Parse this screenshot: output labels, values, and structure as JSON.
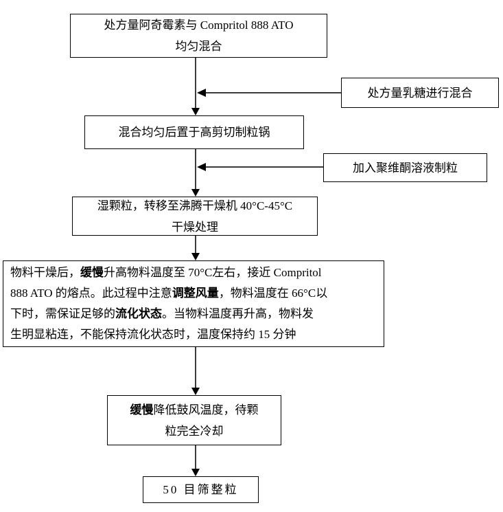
{
  "colors": {
    "background": "#ffffff",
    "box_border": "#000000",
    "connector": "#3c3c3c",
    "text": "#000000"
  },
  "flowchart": {
    "nodes": {
      "step1": {
        "lines": [
          [
            {
              "text": "处方量阿奇霉素与 Compritol 888 ATO"
            }
          ],
          [
            {
              "text": "均匀混合"
            }
          ]
        ]
      },
      "side1": {
        "lines": [
          [
            {
              "text": "处方量乳糖进行混合"
            }
          ]
        ]
      },
      "step2": {
        "lines": [
          [
            {
              "text": "混合均匀后置于高剪切制粒锅"
            }
          ]
        ]
      },
      "side2": {
        "lines": [
          [
            {
              "text": "加入聚维酮溶液制粒"
            }
          ]
        ]
      },
      "step3": {
        "lines": [
          [
            {
              "text": "湿颗粒，转移至沸腾干燥机 40°C-45°C"
            }
          ],
          [
            {
              "text": "干燥处理"
            }
          ]
        ]
      },
      "step4": {
        "lines": [
          [
            {
              "text": "物料干燥后，"
            },
            {
              "text": "缓慢",
              "bold": true
            },
            {
              "text": "升高物料温度至 70°C左右，接近 Compritol"
            }
          ],
          [
            {
              "text": "888 ATO 的熔点。此过程中注意"
            },
            {
              "text": "调整风量",
              "bold": true
            },
            {
              "text": "，物料温度在 66°C以"
            }
          ],
          [
            {
              "text": "下时，需保证足够的"
            },
            {
              "text": "流化状态",
              "bold": true
            },
            {
              "text": "。当物料温度再升高，物料发"
            }
          ],
          [
            {
              "text": "生明显粘连，不能保持流化状态时，温度保持约 15 分钟"
            }
          ]
        ]
      },
      "step5": {
        "lines": [
          [
            {
              "text": "缓慢",
              "bold": true
            },
            {
              "text": "降低鼓风温度，待颗"
            }
          ],
          [
            {
              "text": "粒完全冷却"
            }
          ]
        ]
      },
      "step6": {
        "lines": [
          [
            {
              "text": "50 目筛整粒"
            }
          ]
        ]
      }
    }
  }
}
